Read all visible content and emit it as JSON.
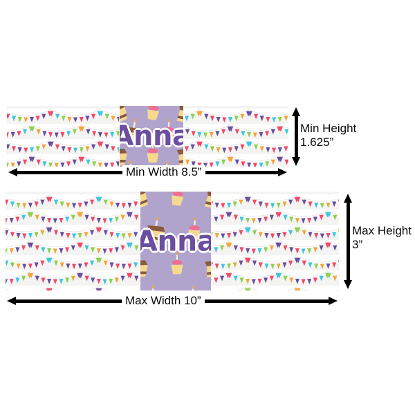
{
  "product": {
    "name_text": "Anna",
    "theme": "birthday-bunting-and-cakes",
    "colors": {
      "panel_background": "#b0a4cd",
      "banner_background": "#f2f2f0",
      "name_color": "#6b4f9e",
      "name_outline": "#ffffff",
      "arrow_color": "#000000",
      "page_background": "#ffffff",
      "flag_purple": "#6b4f9e",
      "flag_pink": "#ef4b6b",
      "flag_cyan": "#3ec6e0",
      "flag_green": "#8ed14f",
      "flag_orange": "#f4a63c",
      "cake_sponge": "#f5d98f",
      "cake_frosting": "#8a5a3b",
      "cupcake_frosting": "#ef6f91",
      "candle_flame": "#f4a63c"
    }
  },
  "min_banner": {
    "label": "min-size-preview",
    "width_label": "Min Width 8.5”",
    "height_label_line1": "Min Height",
    "height_label_line2": "1.625”",
    "name_text": "Anna",
    "width_inches": 8.5,
    "height_inches": 1.625
  },
  "max_banner": {
    "label": "max-size-preview",
    "width_label": "Max Width 10”",
    "height_label_line1": "Max Height",
    "height_label_line2": "3”",
    "name_text": "Anna",
    "width_inches": 10,
    "height_inches": 3
  }
}
